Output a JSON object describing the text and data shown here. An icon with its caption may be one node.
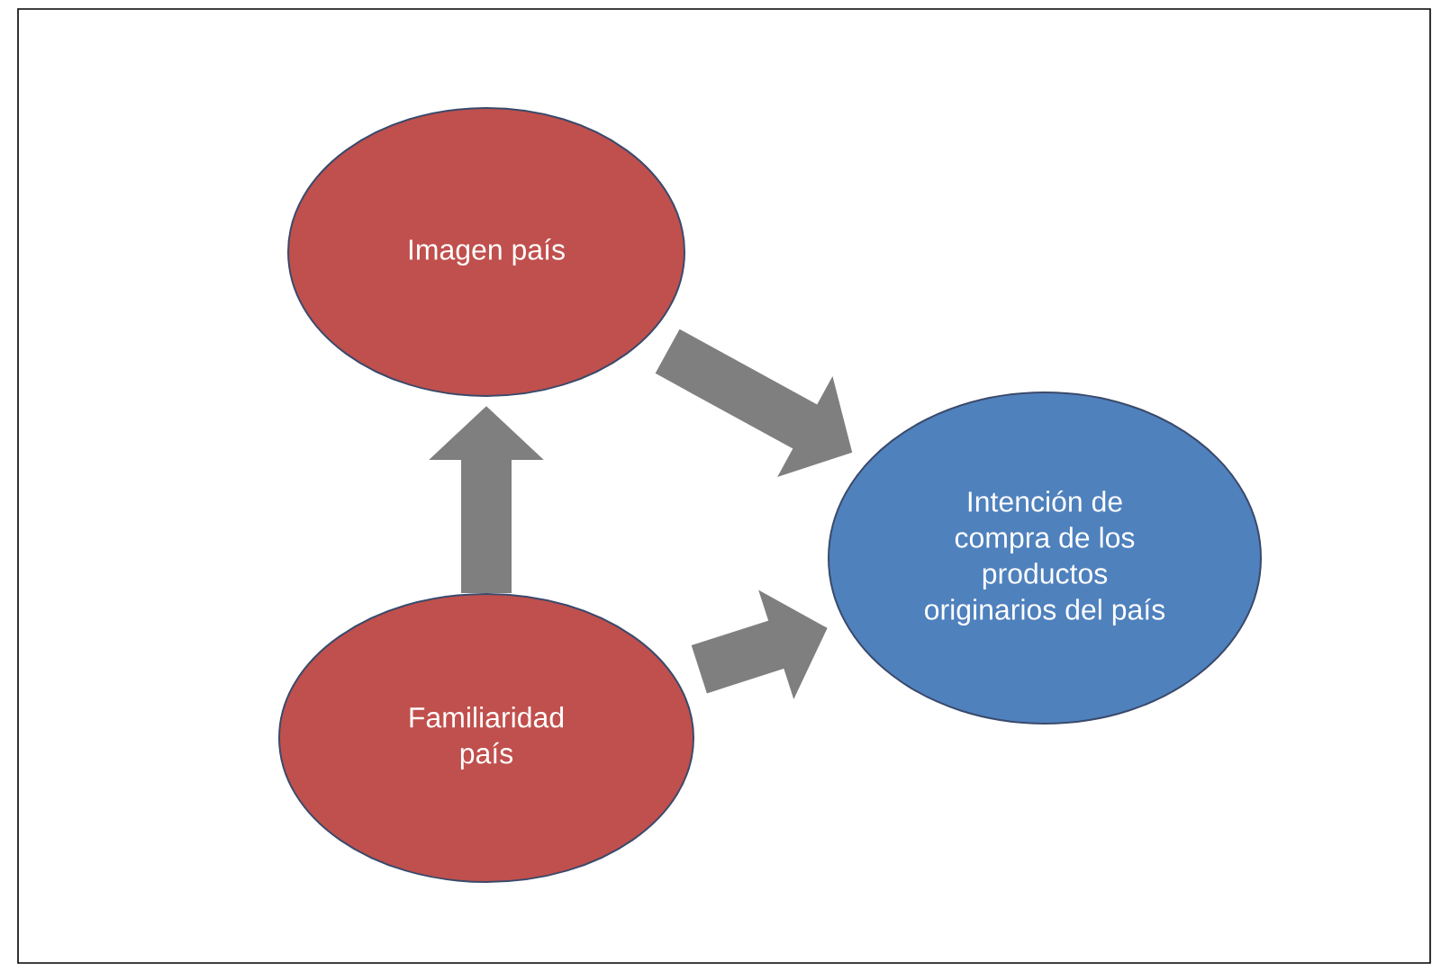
{
  "diagram": {
    "nodes": [
      {
        "text": [
          "Imagen país"
        ]
      },
      {
        "text": [
          "Familiaridad país"
        ]
      },
      {
        "text": [
          "Intención de compra de los productos originarios del país"
        ]
      }
    ],
    "edges": [
      {
        "from": 1,
        "to": 0,
        "arrow": "to"
      },
      {
        "from": 0,
        "to": 2,
        "arrow": "to"
      },
      {
        "from": 1,
        "to": 2,
        "arrow": "to"
      }
    ]
  }
}
